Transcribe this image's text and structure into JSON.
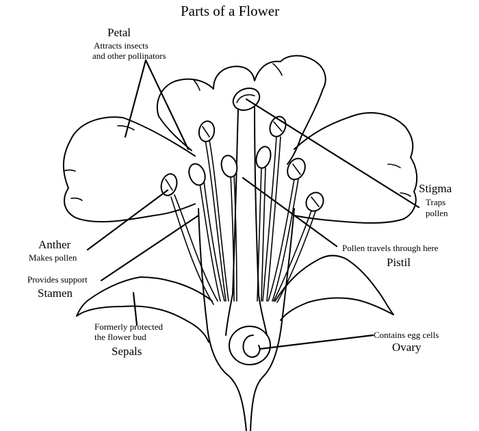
{
  "title": "Parts of a Flower",
  "labels": {
    "petal": {
      "name": "Petal",
      "desc_line1": "Attracts insects",
      "desc_line2": "and other pollinators"
    },
    "stigma": {
      "name": "Stigma",
      "desc_line1": "Traps",
      "desc_line2": "pollen"
    },
    "anther": {
      "name": "Anther",
      "desc": "Makes pollen"
    },
    "pistil": {
      "name": "Pistil",
      "desc": "Pollen travels through here"
    },
    "stamen": {
      "name": "Stamen",
      "desc": "Provides support"
    },
    "sepals": {
      "name": "Sepals",
      "desc_line1": "Formerly protected",
      "desc_line2": "the flower bud"
    },
    "ovary": {
      "name": "Ovary",
      "desc": "Contains egg cells"
    }
  }
}
